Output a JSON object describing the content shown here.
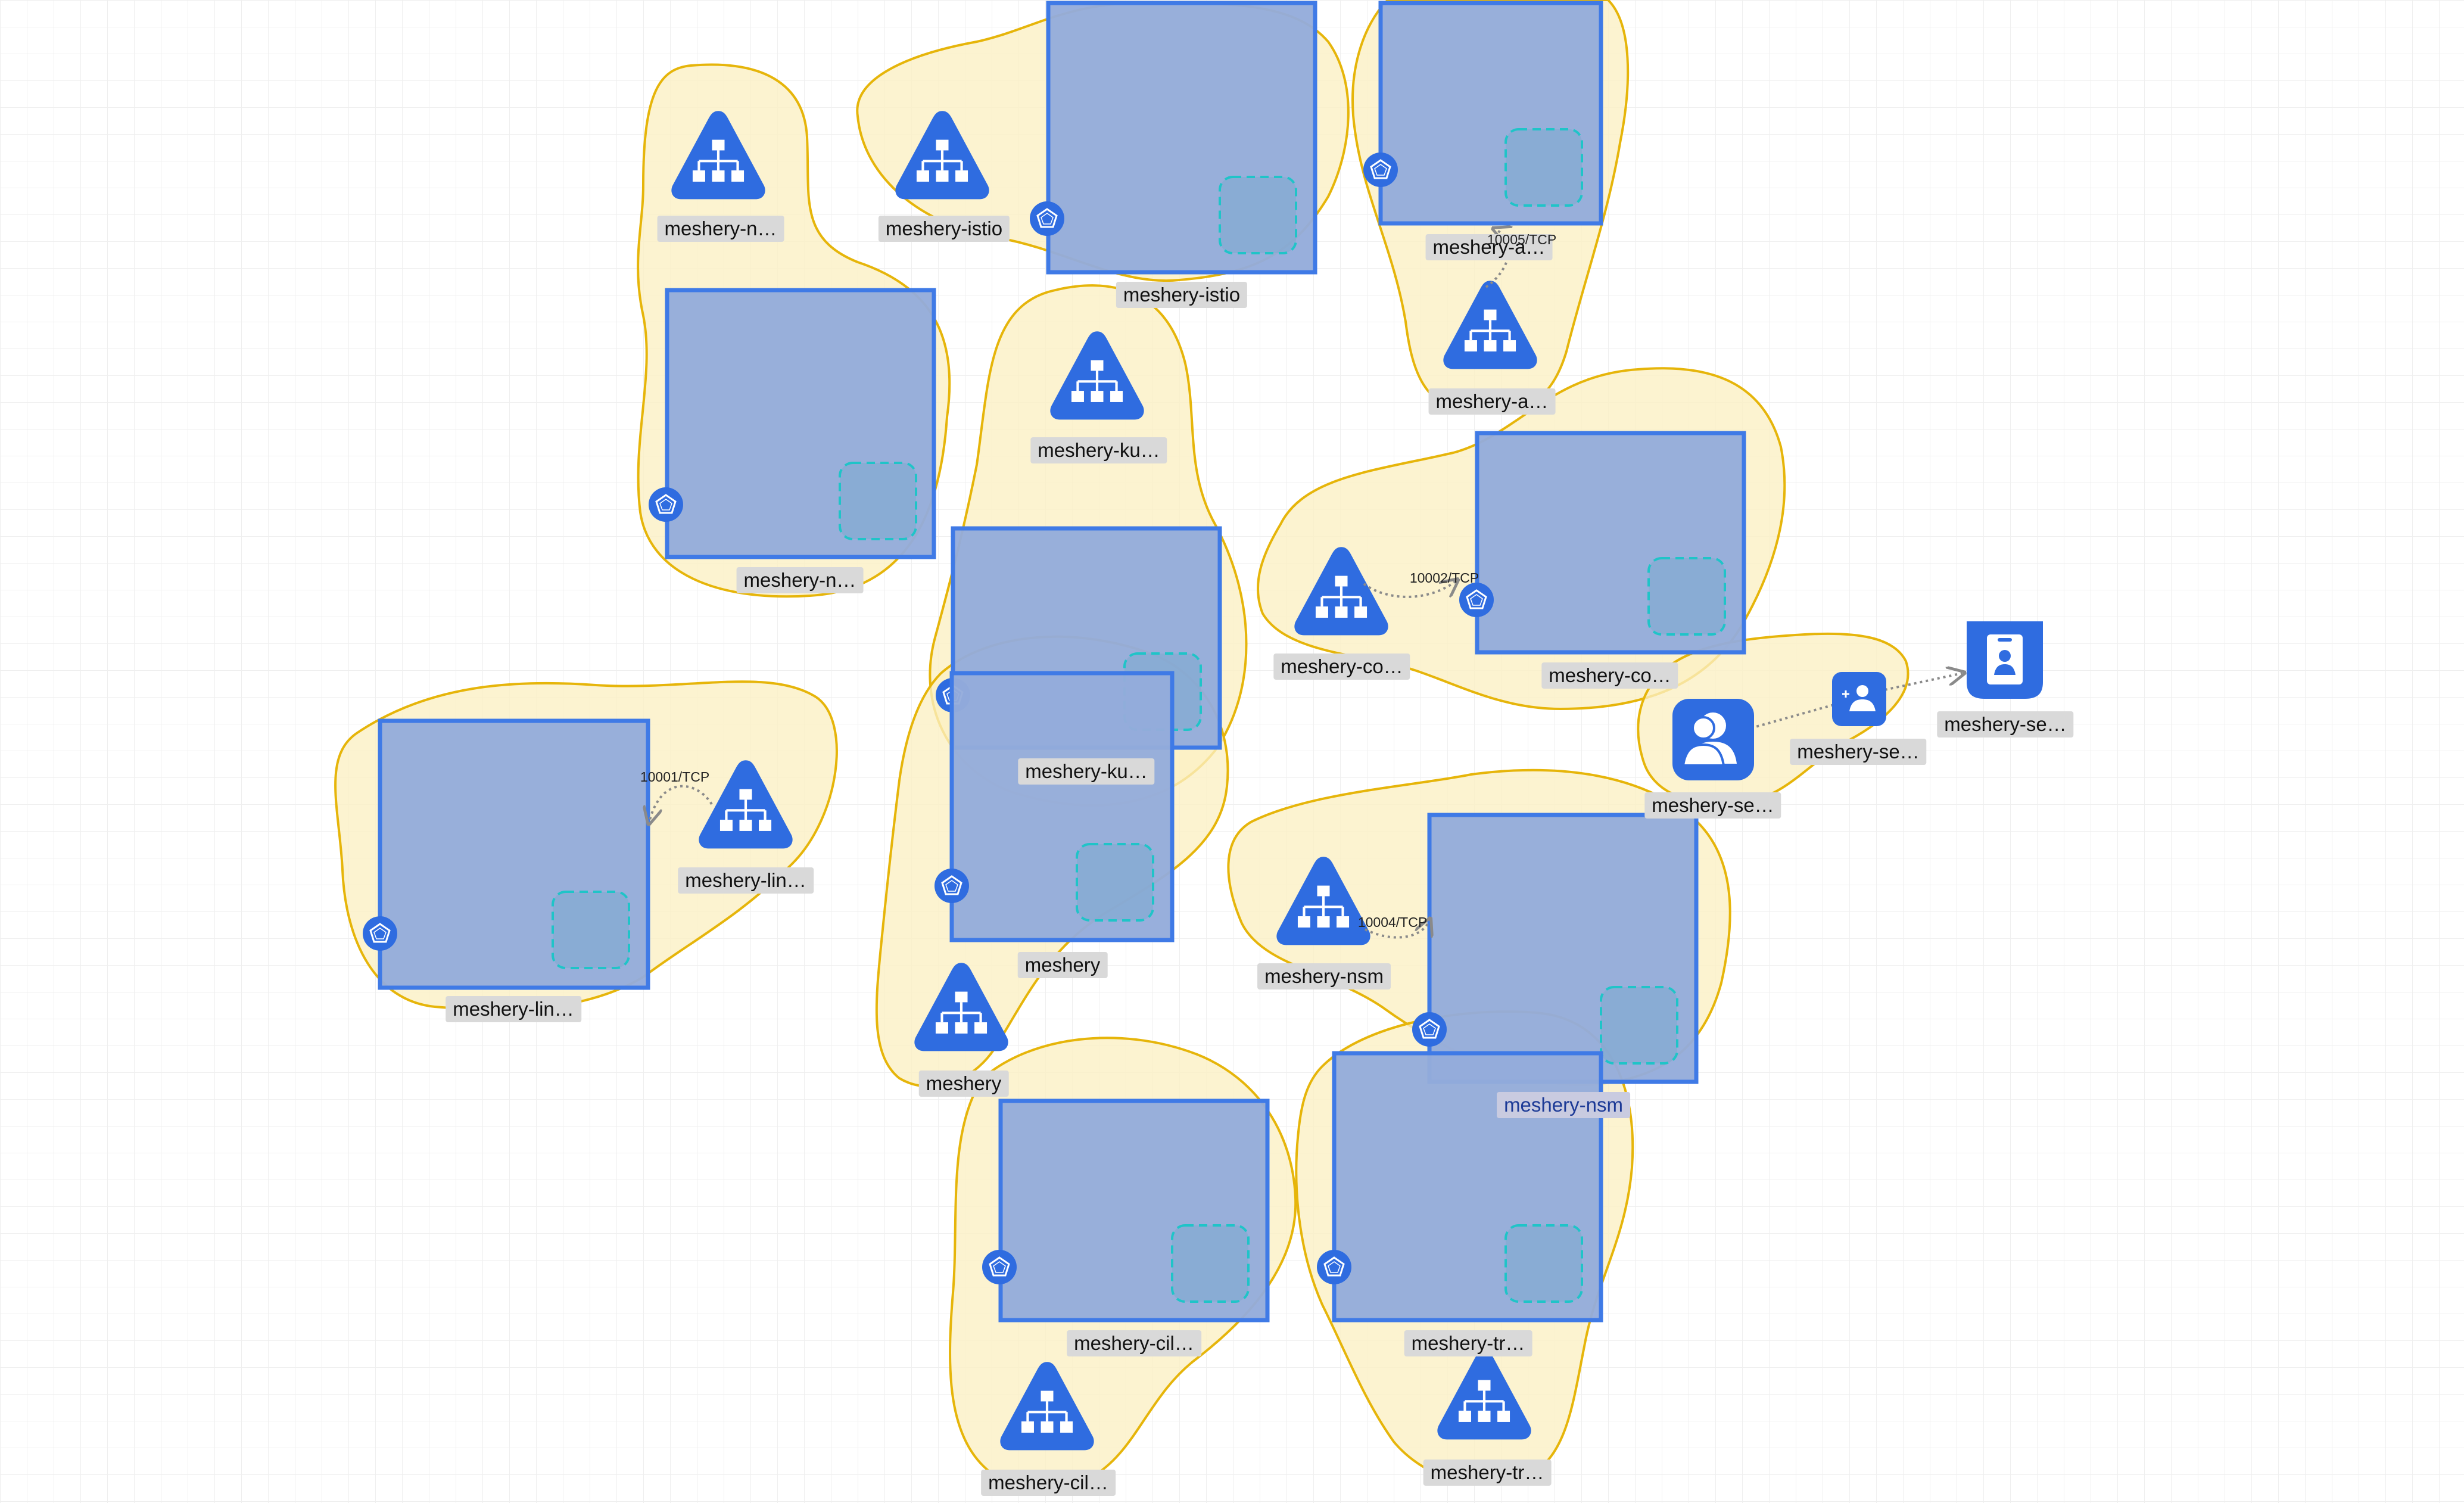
{
  "canvas": {
    "background": "#ffffff",
    "grid_color": "#eeeeee"
  },
  "colors": {
    "blob_fill": "#fbefc3",
    "blob_stroke": "#e6b50a",
    "pod_fill": "#94acdb",
    "pod_stroke": "#3f7ae6",
    "pod_inner_stroke": "#1fc4c8",
    "icon_blue": "#2f6ce0",
    "edge_color": "#8a8a8a"
  },
  "nodes": [
    {
      "id": "svc-1",
      "type": "service",
      "label": "meshery-n…"
    },
    {
      "id": "pod-1",
      "type": "deployment",
      "label": "meshery-n…"
    },
    {
      "id": "svc-2",
      "type": "service",
      "label": "meshery-istio"
    },
    {
      "id": "pod-2",
      "type": "deployment",
      "label": "meshery-istio"
    },
    {
      "id": "pod-3",
      "type": "deployment",
      "label": "meshery-a…"
    },
    {
      "id": "svc-3",
      "type": "service",
      "label": "meshery-a…"
    },
    {
      "id": "svc-4",
      "type": "service",
      "label": "meshery-ku…"
    },
    {
      "id": "pod-4",
      "type": "deployment",
      "label": "meshery-ku…"
    },
    {
      "id": "svc-5",
      "type": "service",
      "label": "meshery-co…"
    },
    {
      "id": "pod-5",
      "type": "deployment",
      "label": "meshery-co…"
    },
    {
      "id": "pod-6",
      "type": "deployment",
      "label": "meshery-lin…"
    },
    {
      "id": "svc-6",
      "type": "service",
      "label": "meshery-lin…"
    },
    {
      "id": "pod-7",
      "type": "deployment",
      "label": "meshery"
    },
    {
      "id": "svc-7",
      "type": "service",
      "label": "meshery"
    },
    {
      "id": "svc-8",
      "type": "service",
      "label": "meshery-nsm"
    },
    {
      "id": "pod-8",
      "type": "deployment",
      "label": "meshery-nsm"
    },
    {
      "id": "pod-9",
      "type": "deployment",
      "label": "meshery-cil…"
    },
    {
      "id": "svc-9",
      "type": "service",
      "label": "meshery-cil…"
    },
    {
      "id": "pod-10",
      "type": "deployment",
      "label": "meshery-tr…"
    },
    {
      "id": "svc-10",
      "type": "service",
      "label": "meshery-tr…"
    },
    {
      "id": "sa-1",
      "type": "serviceaccount",
      "label": "meshery-se…"
    },
    {
      "id": "rb-1",
      "type": "rolebinding",
      "label": "meshery-se…"
    },
    {
      "id": "role-1",
      "type": "role",
      "label": "meshery-se…"
    }
  ],
  "edges": [
    {
      "id": "edge-1",
      "label": "10005/TCP"
    },
    {
      "id": "edge-2",
      "label": "10002/TCP"
    },
    {
      "id": "edge-3",
      "label": "10001/TCP"
    },
    {
      "id": "edge-4",
      "label": "10004/TCP"
    },
    {
      "id": "edge-5",
      "label": ""
    }
  ],
  "icons": {
    "service": "service-triangle-icon",
    "deployment": "pod-icon",
    "serviceaccount": "service-account-icon",
    "rolebinding": "role-binding-icon",
    "role": "role-badge-icon"
  }
}
